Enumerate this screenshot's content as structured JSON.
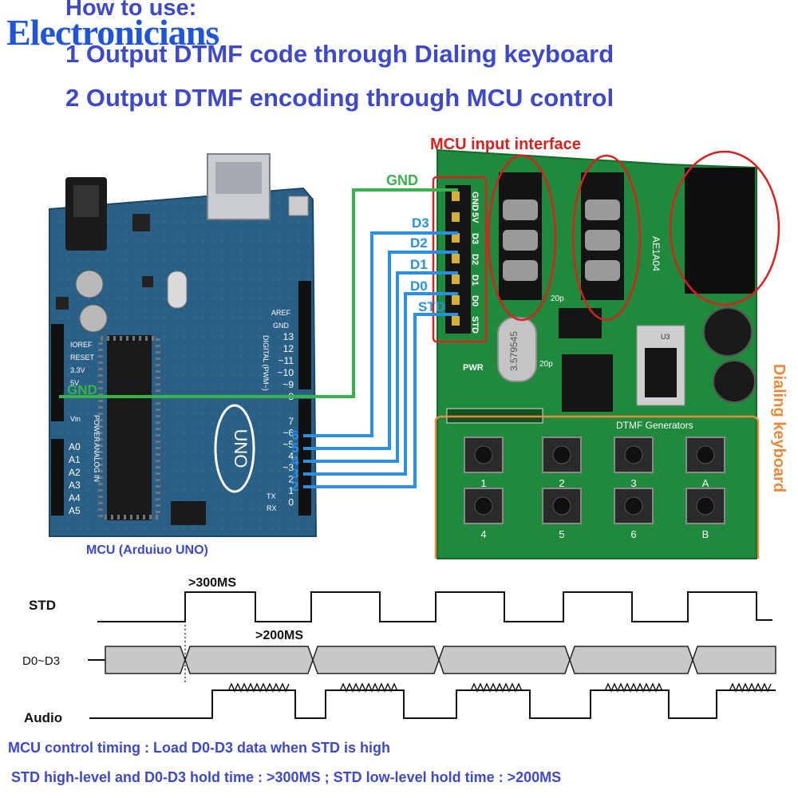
{
  "header": {
    "brand": "Electronicians",
    "how_to_use": "How to use:",
    "step1": "1 Output DTMF code through Dialing keyboard",
    "step2": "2 Output DTMF encoding through MCU control"
  },
  "wiring": {
    "mcu_interface_label": "MCU input interface",
    "gnd_label": "GND",
    "gnd_mcu_label": "GND",
    "d3_label": "D3",
    "d2_label": "D2",
    "d1_label": "D1",
    "d0_label": "D0",
    "std_label": "STD",
    "pin6": "6",
    "pin5": "5",
    "pin4": "4",
    "pin3": "3",
    "pin2": "2"
  },
  "arduino": {
    "caption": "MCU (Arduiuo UNO)",
    "uno_text": "UNO",
    "aref": "AREF",
    "gnd": "GND",
    "digital": "DIGITAL (PWM~)",
    "power": "POWER",
    "analog_in": "ANALOG IN",
    "ioref": "IOREF",
    "reset": "RESET",
    "v33": "3.3V",
    "v5": "5V",
    "vin": "Vin",
    "tx": "TX",
    "rx": "RX",
    "analog_pins": [
      "A0",
      "A1",
      "A2",
      "A3",
      "A4",
      "A5"
    ],
    "digital_pins": [
      "13",
      "12",
      "~11",
      "~10",
      "~9",
      "8",
      "7",
      "~6",
      "~5",
      "4",
      "~3",
      "2",
      "1",
      "0"
    ]
  },
  "module": {
    "pin_header_labels": [
      "GND",
      "5V",
      "D3",
      "D2",
      "D1",
      "D0",
      "STD"
    ],
    "board_name": "AE1A04",
    "pwr": "PWR",
    "crystal": "3.579545",
    "cap_20p_a": "20p",
    "cap_20p_b": "20p",
    "u3": "U3",
    "dtmf_generators": "DTMF Generators",
    "dialing_keyboard": "Dialing keyboard",
    "keys_row1": [
      "1",
      "2",
      "3",
      "A"
    ],
    "keys_row2": [
      "4",
      "5",
      "6",
      "B"
    ]
  },
  "timing": {
    "std_label": "STD",
    "data_label": "D0~D3",
    "audio_label": "Audio",
    "high_time": ">300MS",
    "low_time": ">200MS"
  },
  "notes": {
    "line1": "MCU control timing : Load D0-D3 data when STD is high",
    "line2": "STD high-level and D0-D3 hold time : >300MS ;  STD low-level hold time : >200MS"
  },
  "colors": {
    "title_blue": "#3d49c8",
    "wire_green": "#38b24a",
    "wire_blue": "#2b8fe0",
    "annot_red": "#d8201e",
    "annot_orange": "#e8893a",
    "board_green": "#1f8a3c",
    "arduino_blue": "#2a5f86"
  }
}
